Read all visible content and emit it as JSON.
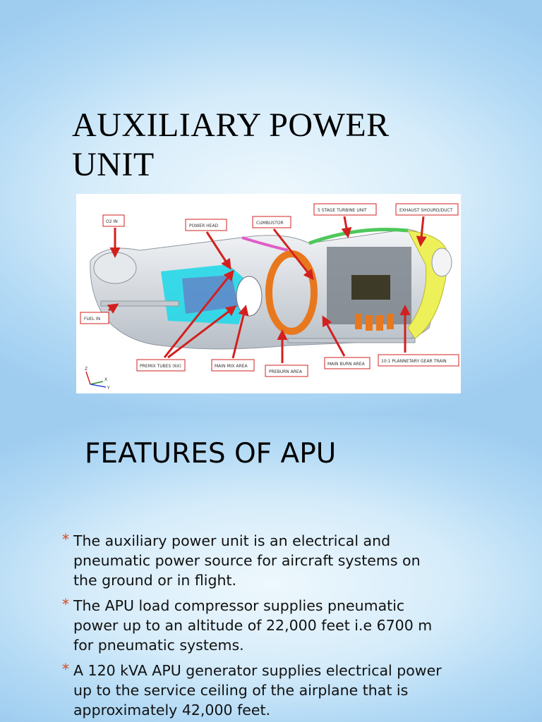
{
  "slide1": {
    "title": "AUXILIARY POWER UNIT",
    "diagram": {
      "labels": {
        "o2_in": "O2 IN",
        "power_head": "POWER HEAD",
        "cumbustor": "CUMBUSTOR",
        "turbine": "5 STAGE TURBINE UNIT",
        "exhaust": "EXHAUST SHOURD/DUCT",
        "fuel_in": "FUEL IN",
        "premix": "PREMIX TUBES (6X)",
        "main_mix": "MAIN MIX AREA",
        "preburn": "PREBURN AREA",
        "main_burn": "MAIN BURN AREA",
        "gear_train": "10:1 PLANNETARY GEAR TRAIN"
      },
      "axis": {
        "z": "Z",
        "x": "X",
        "y": "Y"
      },
      "colors": {
        "arrow": "#d2201f",
        "casing": "#d8dde3",
        "cyan": "#25d8e8",
        "orange": "#e8781e",
        "yellow": "#eef05a"
      }
    }
  },
  "slide2": {
    "title": "FEATURES OF APU",
    "bullet_marker": "*",
    "bullets": [
      "The auxiliary power unit is an electrical and pneumatic power source for aircraft systems on the ground or in flight.",
      "The APU load compressor supplies pneumatic power up to an altitude of 22,000 feet i.e 6700 m for pneumatic systems.",
      "A 120 kVA APU generator supplies electrical power up to the service ceiling of the airplane that is approximately 42,000 feet."
    ],
    "marker_color": "#e2421b"
  }
}
